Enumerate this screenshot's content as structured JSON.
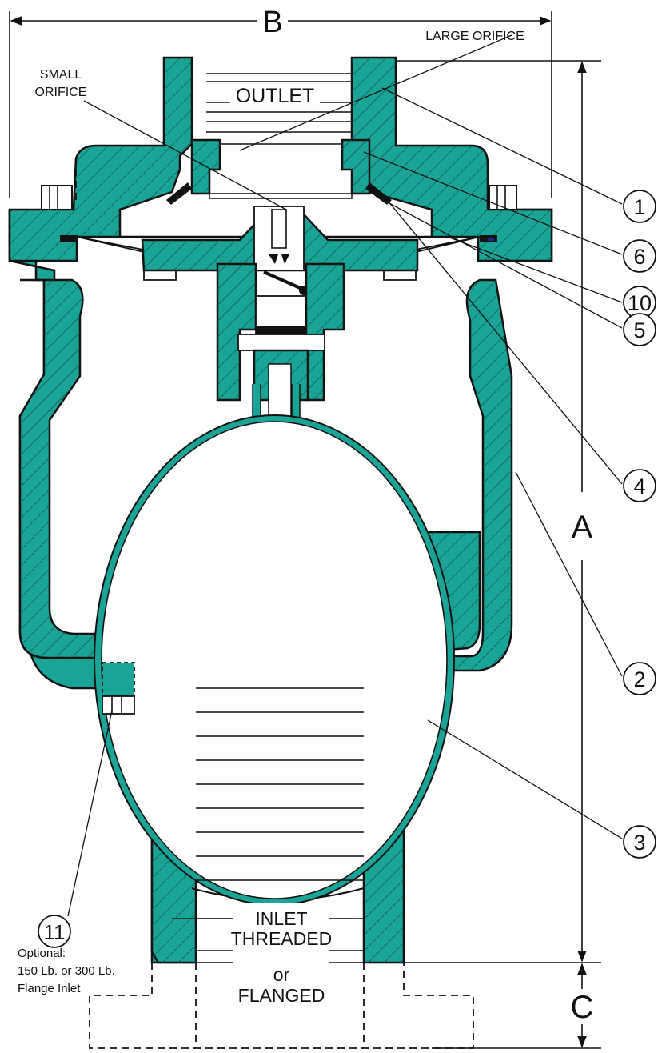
{
  "labels": {
    "dim_b": "B",
    "dim_a": "A",
    "dim_c": "C",
    "large_orifice": "LARGE ORIFICE",
    "small_orifice_line1": "SMALL",
    "small_orifice_line2": "ORIFICE",
    "outlet": "OUTLET",
    "inlet_line1": "INLET",
    "inlet_line2": "THREADED",
    "inlet_line3": "or",
    "inlet_line4": "FLANGED",
    "note_line1": "Optional:",
    "note_line2": "150 Lb. or 300 Lb.",
    "note_line3": "Flange Inlet"
  },
  "callouts": [
    "1",
    "6",
    "10",
    "5",
    "4",
    "2",
    "3",
    "11"
  ],
  "colors": {
    "body": "#1aa497",
    "outline": "#111111",
    "background": "#ffffff"
  }
}
